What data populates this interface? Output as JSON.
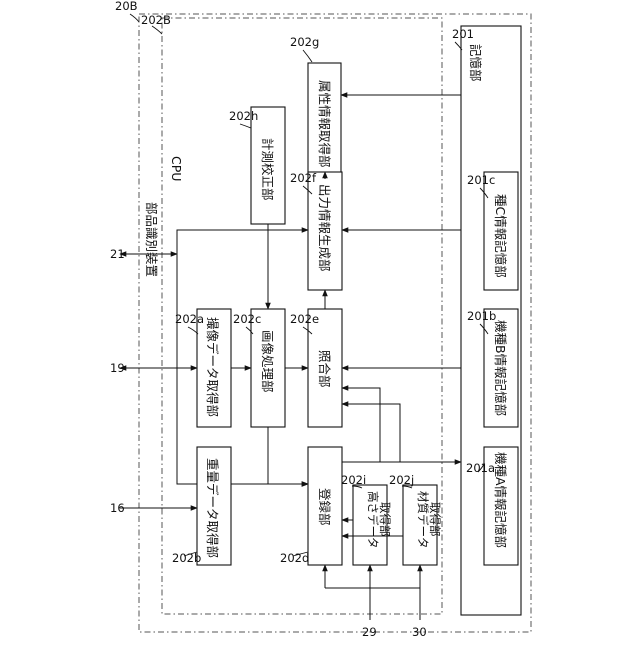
{
  "device": {
    "ref": "20B",
    "label": "部品識別装置"
  },
  "cpu": {
    "ref": "202B",
    "label": "CPU"
  },
  "storage": {
    "ref": "201",
    "label": "記憶部"
  },
  "blocks": {
    "attr": {
      "ref": "202g",
      "label": "属性情報取得部"
    },
    "calib": {
      "ref": "202h",
      "label": "計測校正部"
    },
    "output": {
      "ref": "202f",
      "label": "出力情報生成部"
    },
    "typec": {
      "ref": "201c",
      "label": "種C情報記憶部"
    },
    "capture": {
      "ref": "202a",
      "label": "撮像データ取得部"
    },
    "imgproc": {
      "ref": "202c",
      "label": "画像処理部"
    },
    "match": {
      "ref": "202e",
      "label": "照合部"
    },
    "typeb": {
      "ref": "201b",
      "label": "機種B情報記憶部"
    },
    "weight": {
      "ref": "202b",
      "label": "重量データ取得部"
    },
    "register": {
      "ref": "202d",
      "label": "登録部"
    },
    "height": {
      "ref": "202i",
      "label_1": "高さデータ",
      "label_2": "取得部"
    },
    "material": {
      "ref": "202j",
      "label_1": "材質データ",
      "label_2": "取得部"
    },
    "typea": {
      "ref": "201a",
      "label": "機種A情報記憶部"
    }
  },
  "terminals": {
    "t21": "21",
    "t19": "19",
    "t16": "16",
    "t29": "29",
    "t30": "30"
  }
}
